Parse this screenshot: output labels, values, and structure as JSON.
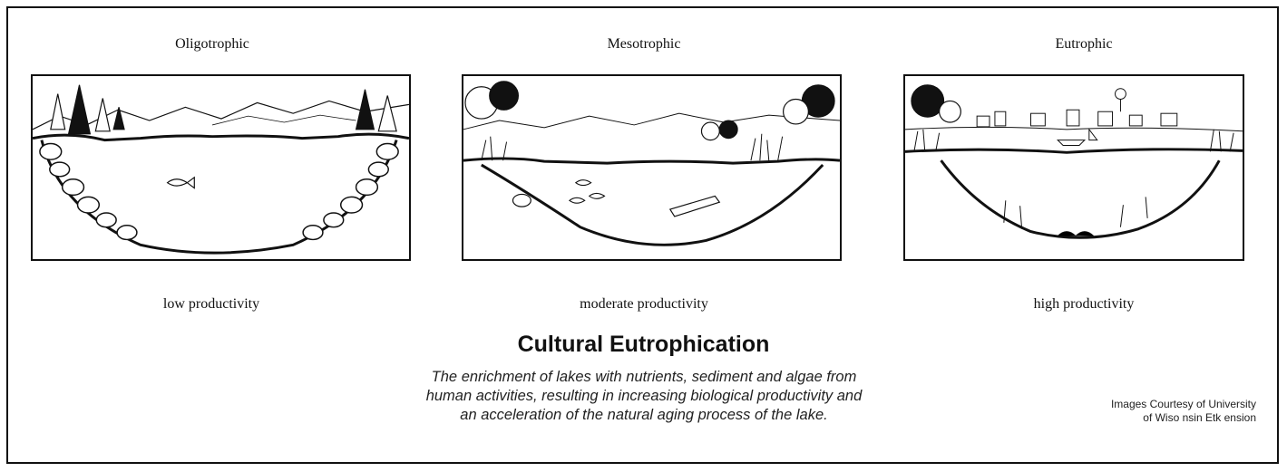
{
  "stages": [
    {
      "title": "Oligotrophic",
      "caption": "low productivity",
      "illustration": "oligotrophic-lake-cross-section"
    },
    {
      "title": "Mesotrophic",
      "caption": "moderate productivity",
      "illustration": "mesotrophic-lake-cross-section"
    },
    {
      "title": "Eutrophic",
      "caption": "high productivity",
      "illustration": "eutrophic-lake-cross-section"
    }
  ],
  "main_title": "Cultural Eutrophication",
  "definition": {
    "line1": "The enrichment of lakes with nutrients, sediment and algae from",
    "line2": "human activities, resulting in increasing biological productivity and",
    "line3": "an acceleration of the natural aging process of the lake."
  },
  "credit": {
    "line1": "Images Courtesy of University",
    "line2": "of Wiso nsin Etk ension"
  },
  "colors": {
    "ink": "#111111",
    "background": "#ffffff"
  }
}
